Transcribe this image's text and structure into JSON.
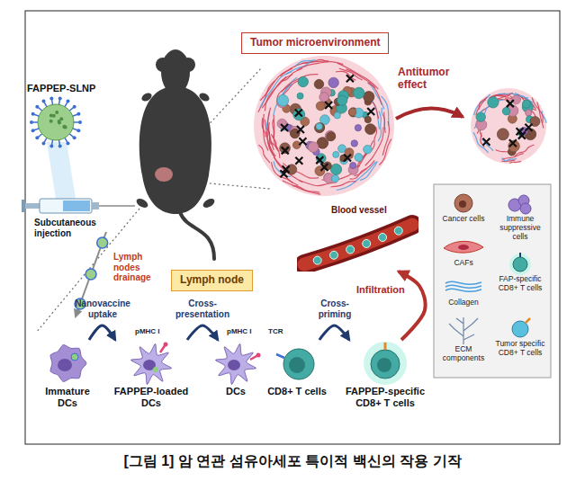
{
  "diagram": {
    "caption": "[그림 1] 암 연관 섬유아세포 특이적 백신의 작용 기작",
    "nodes": [
      {
        "text": [
          "Tumor microenvironment"
        ]
      },
      {
        "text": [
          "Blood vessel"
        ]
      },
      {
        "text": [
          "Lymph node"
        ]
      },
      {
        "text": [
          "Immature DCs"
        ]
      },
      {
        "text": [
          "FAPPEP-loaded DCs"
        ]
      },
      {
        "text": [
          "DCs"
        ]
      },
      {
        "text": [
          "CD8+ T cells"
        ]
      },
      {
        "text": [
          "FAPPEP-specific CD8+ T cells"
        ]
      }
    ],
    "edges": [
      {
        "from": 3,
        "to": 4,
        "arrow": "to",
        "label": "Nanovaccine uptake"
      },
      {
        "from": 4,
        "to": 5,
        "arrow": "to",
        "label": "Cross-presentation"
      },
      {
        "from": 6,
        "to": 7,
        "arrow": "to",
        "label": "Cross-priming"
      },
      {
        "from": 7,
        "to": 1,
        "arrow": "to",
        "label": "Infiltration"
      }
    ],
    "labels": [
      "FAPPEP-SLNP",
      "Subcutaneous injection",
      "Lymph nodes drainage",
      "Antitumor effect",
      "pMHC I",
      "pMHC I",
      "TCR"
    ],
    "legend": [
      {
        "text": "Cancer cells"
      },
      {
        "text": "Immune suppressive cells"
      },
      {
        "text": "CAFs"
      },
      {
        "text": "FAP-specific CD8+ T cells"
      },
      {
        "text": "Collagen"
      },
      {
        "text": "ECM components"
      },
      {
        "text": "Tumor specific CD8+ T cells"
      }
    ]
  }
}
